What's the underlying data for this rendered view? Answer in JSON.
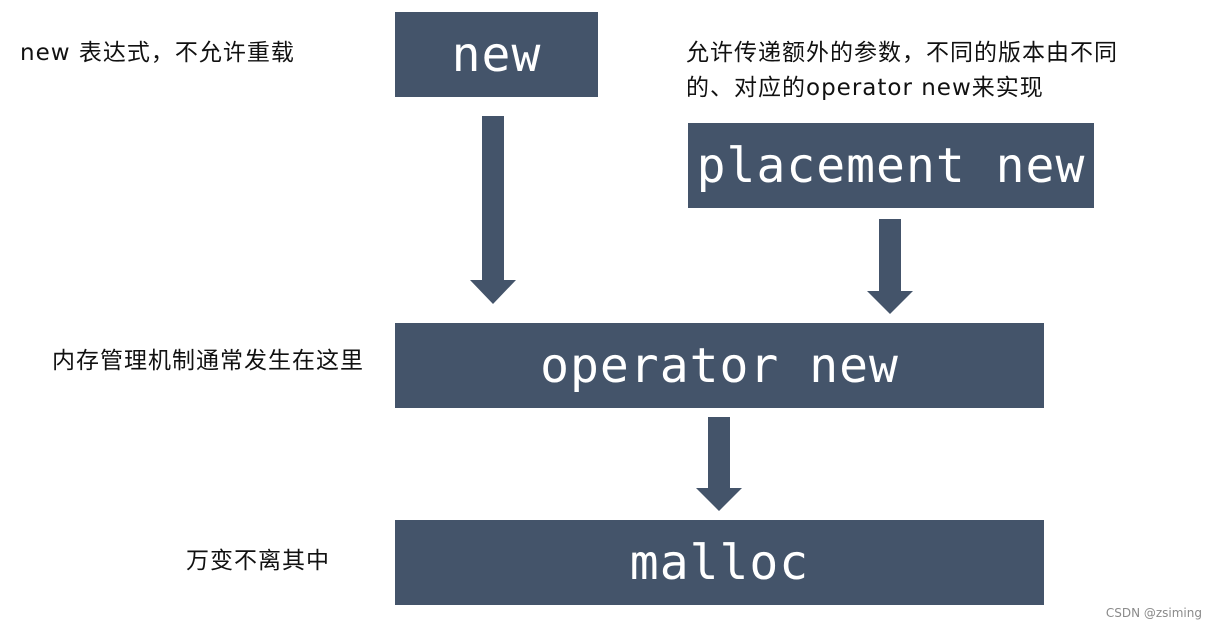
{
  "boxes": {
    "new": "new",
    "placement_new": "placement new",
    "operator_new": "operator new",
    "malloc": "malloc"
  },
  "notes": {
    "new": "new 表达式，不允许重载",
    "placement_line1": "允许传递额外的参数，不同的版本由不同",
    "placement_line2": "的、对应的operator new来实现",
    "operator_new": "内存管理机制通常发生在这里",
    "malloc": "万变不离其中"
  },
  "watermark": "CSDN @zsiming",
  "colors": {
    "box_fill": "#44546a",
    "box_text": "#ffffff",
    "arrow": "#44546a"
  }
}
